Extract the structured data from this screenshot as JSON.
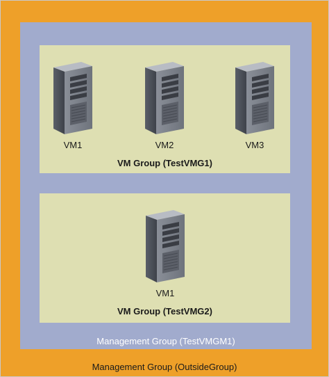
{
  "outer_group": {
    "label": "Management Group (OutsideGroup)",
    "color": "#EEA029"
  },
  "management_group": {
    "label": "Management Group (TestVMGM1)",
    "color": "#A1ABCD"
  },
  "vm_groups": [
    {
      "label": "VM Group (TestVMG1)",
      "color": "#DEDFB2",
      "vms": [
        {
          "label": "VM1",
          "icon": "server-tower-icon"
        },
        {
          "label": "VM2",
          "icon": "server-tower-icon"
        },
        {
          "label": "VM3",
          "icon": "server-tower-icon"
        }
      ]
    },
    {
      "label": "VM Group (TestVMG2)",
      "color": "#DEDFB2",
      "vms": [
        {
          "label": "VM1",
          "icon": "server-tower-icon"
        }
      ]
    }
  ]
}
